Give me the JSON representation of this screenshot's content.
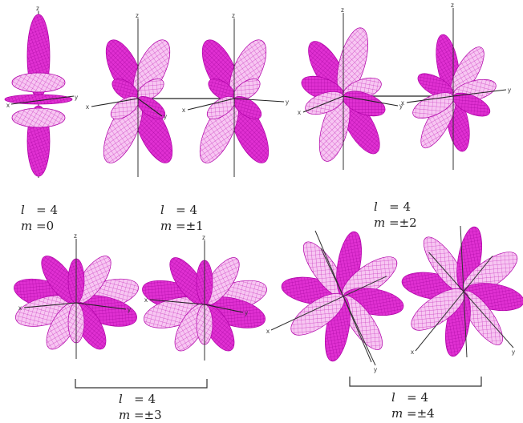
{
  "diagram": {
    "lobe_color": "#e020d0",
    "lobe_mesh_color": "#b000a8",
    "axis_color": "#222222",
    "axis_labels": {
      "x": "x",
      "y": "y",
      "z": "z"
    },
    "groups": [
      {
        "id": "l4m0",
        "l_label": "l",
        "l_value": "= 4",
        "m_label": "m",
        "m_value": "=0"
      },
      {
        "id": "l4m1",
        "l_label": "l",
        "l_value": "= 4",
        "m_label": "m",
        "m_value": "=±1"
      },
      {
        "id": "l4m2",
        "l_label": "l",
        "l_value": "= 4",
        "m_label": "m",
        "m_value": "=±2"
      },
      {
        "id": "l4m3",
        "l_label": "l",
        "l_value": "= 4",
        "m_label": "m",
        "m_value": "=±3"
      },
      {
        "id": "l4m4",
        "l_label": "l",
        "l_value": "= 4",
        "m_label": "m",
        "m_value": "=±4"
      }
    ]
  }
}
